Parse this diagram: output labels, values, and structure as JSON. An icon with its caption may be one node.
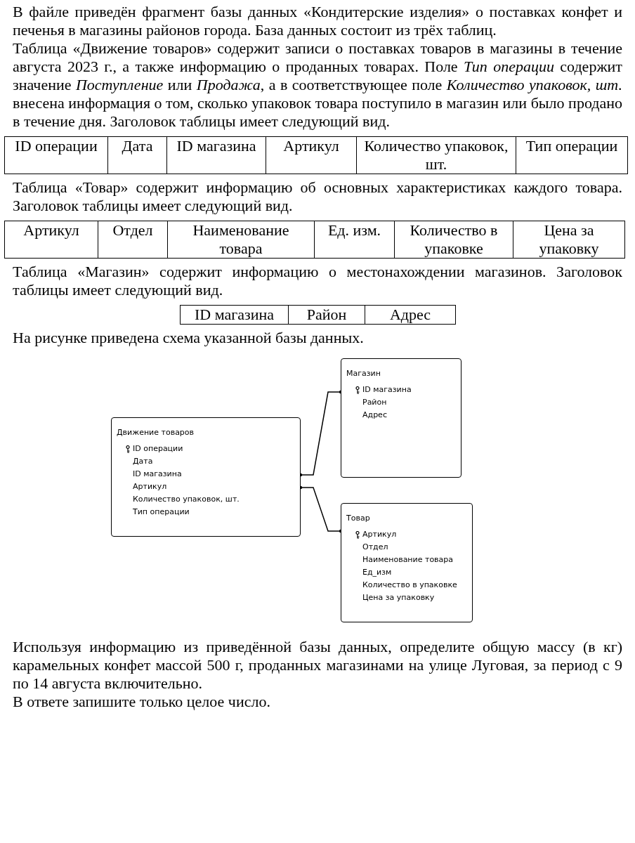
{
  "diagram": {
    "nodes": [
      {
        "text": [
          "Движение товаров",
          "ID операции",
          "Дата",
          "ID магазина",
          "Артикул",
          "Количество упаковок, шт.",
          "Тип операции"
        ]
      },
      {
        "text": [
          "Магазин",
          "ID магазина",
          "Район",
          "Адрес"
        ]
      },
      {
        "text": [
          "Товар",
          "Артикул",
          "Отдел",
          "Наименование товара",
          "Ед_изм",
          "Количество в упаковке",
          "Цена за упаковку"
        ]
      }
    ],
    "edges": [
      {
        "from": 0,
        "to": 1,
        "arrow": "other"
      },
      {
        "from": 0,
        "to": 2,
        "arrow": "other"
      }
    ],
    "labels": [
      "В файле приведён фрагмент базы данных «Кондитерские изделия» о поставках конфет и печенья в магазины районов города. База данных состоит из трёх таблиц.",
      "Таблица «Движение товаров» содержит записи о поставках товаров в магазины в течение августа 2023 г., а также информацию о проданных товарах. Поле *Тип операции* содержит значение *Поступление* или *Продажа*, а в соответствующее поле *Количество упаковок, шт.* внесена информация о том, сколько упаковок товара поступило в магазин или было продано в течение дня. Заголовок таблицы имеет следующий вид.",
      "ID операции",
      "Дата",
      "ID магазина",
      "Артикул",
      "Количество упаковок, шт.",
      "Тип операции",
      "Таблица «Товар» содержит информацию об основных характеристиках каждого товара. Заголовок таблицы имеет следующий вид.",
      "Артикул",
      "Отдел",
      "Наименование товара",
      "Ед. изм.",
      "Количество в упаковке",
      "Цена за упаковку",
      "Таблица «Магазин» содержит информацию о местонахождении магазинов. Заголовок таблицы имеет следующий вид.",
      "ID магазина",
      "Район",
      "Адрес",
      "На рисунке приведена схема указанной базы данных.",
      "Используя информацию из приведённой базы данных, определите общую массу (в кг) карамельных конфет массой 500 г, проданных магазинами на улице Луговая, за период с 9 по 14 августа включительно.",
      "В ответе запишите только целое число."
    ]
  }
}
